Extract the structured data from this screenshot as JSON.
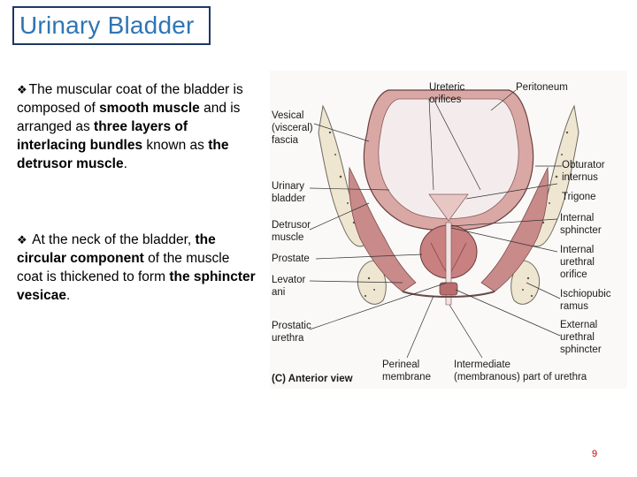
{
  "slide": {
    "title": "Urinary Bladder",
    "page_number": "9",
    "bullet_glyph": "❖"
  },
  "paragraph1": {
    "t1": "The muscular coat of the bladder is composed of ",
    "b1": "smooth muscle",
    "t2": " and is arranged as ",
    "b2": "three layers of interlacing bundles",
    "t3": " known as ",
    "b3": "the detrusor muscle",
    "t4": "."
  },
  "paragraph2": {
    "t1": " At the neck of the bladder, ",
    "b1": "the circular component",
    "t2": " of the muscle coat is thickened to form ",
    "b2": "the sphincter vesicae",
    "t3": "."
  },
  "figure": {
    "caption": "(C) Anterior view",
    "labels": {
      "ureteric_orifices_1": "Ureteric",
      "ureteric_orifices_2": "orifices",
      "peritoneum": "Peritoneum",
      "vesical_fascia_1": "Vesical",
      "vesical_fascia_2": "(visceral)",
      "vesical_fascia_3": "fascia",
      "obturator_internus_1": "Obturator",
      "obturator_internus_2": "internus",
      "trigone": "Trigone",
      "urinary_bladder_1": "Urinary",
      "urinary_bladder_2": "bladder",
      "internal_sphincter_1": "Internal",
      "internal_sphincter_2": "sphincter",
      "detrusor_muscle_1": "Detrusor",
      "detrusor_muscle_2": "muscle",
      "internal_urethral_orifice_1": "Internal",
      "internal_urethral_orifice_2": "urethral",
      "internal_urethral_orifice_3": "orifice",
      "prostate": "Prostate",
      "levator_ani_1": "Levator",
      "levator_ani_2": "ani",
      "ischiopubic_ramus_1": "Ischiopubic",
      "ischiopubic_ramus_2": "ramus",
      "prostatic_urethra_1": "Prostatic",
      "prostatic_urethra_2": "urethra",
      "external_urethral_sphincter_1": "External",
      "external_urethral_sphincter_2": "urethral",
      "external_urethral_sphincter_3": "sphincter",
      "perineal_membrane_1": "Perineal",
      "perineal_membrane_2": "membrane",
      "intermediate_urethra_1": "Intermediate",
      "intermediate_urethra_2": "(membranous) part of urethra"
    }
  }
}
